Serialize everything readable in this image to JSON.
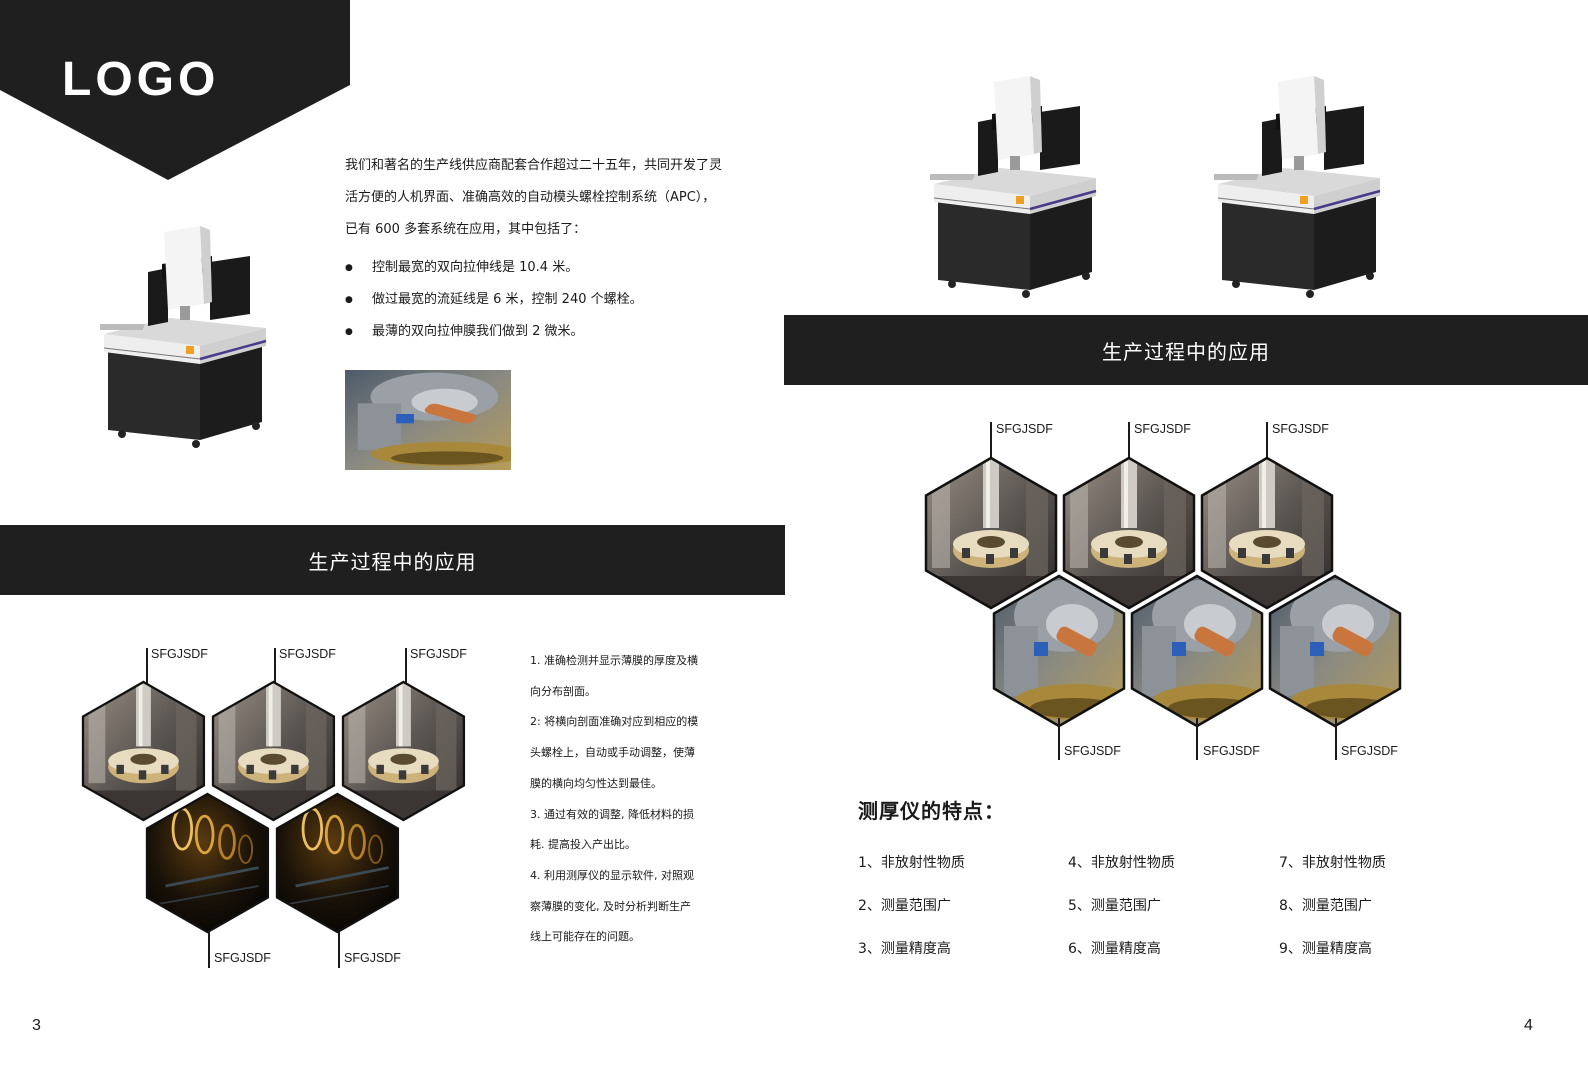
{
  "logo": {
    "text": "LOGO"
  },
  "intro": {
    "paragraph": "我们和著名的生产线供应商配套合作超过二十五年，共同开发了灵活方便的人机界面、准确高效的自动模头螺栓控制系统（APC），已有 600 多套系统在应用，其中包括了：",
    "bullets": [
      "控制最宽的双向拉伸线是 10.4 米。",
      "做过最宽的流延线是 6 米，控制 240 个螺栓。",
      "最薄的双向拉伸膜我们做到 2 微米。"
    ]
  },
  "left_section": {
    "bar_title": "生产过程中的应用",
    "hex_labels_top": [
      "SFGJSDF",
      "SFGJSDF",
      "SFGJSDF"
    ],
    "hex_labels_bottom": [
      "SFGJSDF",
      "SFGJSDF"
    ],
    "steps": [
      "1. 准确检测并显示薄膜的厚度及横",
      "向分布剖面。",
      "2: 将横向剖面准确对应到相应的模",
      "头螺栓上，自动或手动调整，使薄",
      "膜的横向均匀性达到最佳。",
      "3. 通过有效的调整, 降低材料的损",
      "耗. 提高投入产出比。",
      "4. 利用测厚仪的显示软件, 对照观",
      "察薄膜的变化, 及时分析判断生产",
      "线上可能存在的问题。"
    ]
  },
  "right_section": {
    "bar_title": "生产过程中的应用",
    "hex_labels_top": [
      "SFGJSDF",
      "SFGJSDF",
      "SFGJSDF"
    ],
    "hex_labels_bottom": [
      "SFGJSDF",
      "SFGJSDF",
      "SFGJSDF"
    ],
    "features_title": "测厚仪的特点：",
    "features": [
      "1、非放射性物质",
      "2、测量范围广",
      "3、测量精度高",
      "4、非放射性物质",
      "5、测量范围广",
      "6、测量精度高",
      "7、非放射性物质",
      "8、测量范围广",
      "9、测量精度高"
    ]
  },
  "page_numbers": {
    "left": "3",
    "right": "4"
  },
  "colors": {
    "dark": "#1f1f1f",
    "machine_white": "#e8e8e8",
    "accent_purple": "#4a3a8a"
  },
  "icons": [
    "measuring-machine-image",
    "lathe-photo",
    "milling-cutter-photo",
    "lamp-filament-photo"
  ]
}
